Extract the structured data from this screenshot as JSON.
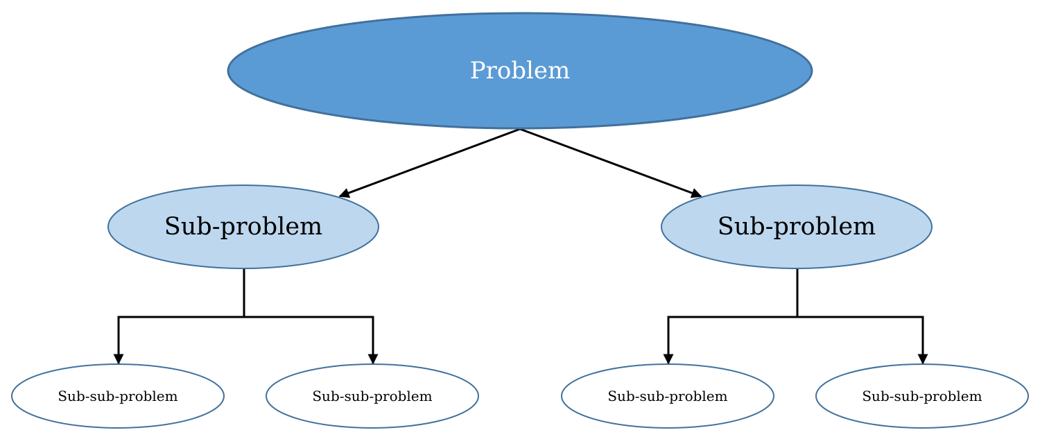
{
  "diagram": {
    "root": {
      "label": "Problem"
    },
    "children": [
      {
        "label": "Sub-problem",
        "children": [
          {
            "label": "Sub-sub-problem"
          },
          {
            "label": "Sub-sub-problem"
          }
        ]
      },
      {
        "label": "Sub-problem",
        "children": [
          {
            "label": "Sub-sub-problem"
          },
          {
            "label": "Sub-sub-problem"
          }
        ]
      }
    ],
    "colors": {
      "root_fill": "#5b9bd5",
      "root_stroke": "#41719c",
      "mid_fill": "#bdd7ee",
      "mid_stroke": "#41719c",
      "leaf_fill": "#ffffff",
      "leaf_stroke": "#41719c",
      "edge": "#000000"
    }
  }
}
